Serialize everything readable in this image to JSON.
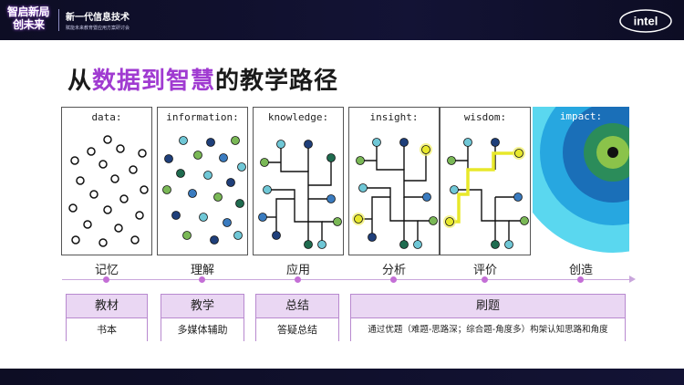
{
  "header": {
    "logo_line1": "智启新局",
    "logo_line2": "创未来",
    "event_title": "新一代信息技术",
    "event_subtitle": "赋能未来教育暨应用方案研讨会",
    "brand": "intel"
  },
  "title": {
    "plain_start": "从",
    "highlight": "数据到智慧",
    "plain_end": "的教学路径"
  },
  "panels": [
    {
      "label": "data:"
    },
    {
      "label": "information:"
    },
    {
      "label": "knowledge:"
    },
    {
      "label": "insight:"
    },
    {
      "label": "wisdom:"
    },
    {
      "label": "impact:"
    }
  ],
  "stages": [
    "记忆",
    "理解",
    "应用",
    "分析",
    "评价",
    "创造"
  ],
  "methods": [
    {
      "head": "教材",
      "body": "书本"
    },
    {
      "head": "教学",
      "body": "多媒体辅助"
    },
    {
      "head": "总结",
      "body": "答疑总结"
    },
    {
      "head": "刷题",
      "body": "通过优题（难题-思路深；综合题-角度多）构架认知思路和角度"
    }
  ],
  "colors": {
    "accent": "#a03bd1",
    "banner": "#0d0d24",
    "method_head": "#ead7f3",
    "highlight_path": "#e8e82a"
  }
}
